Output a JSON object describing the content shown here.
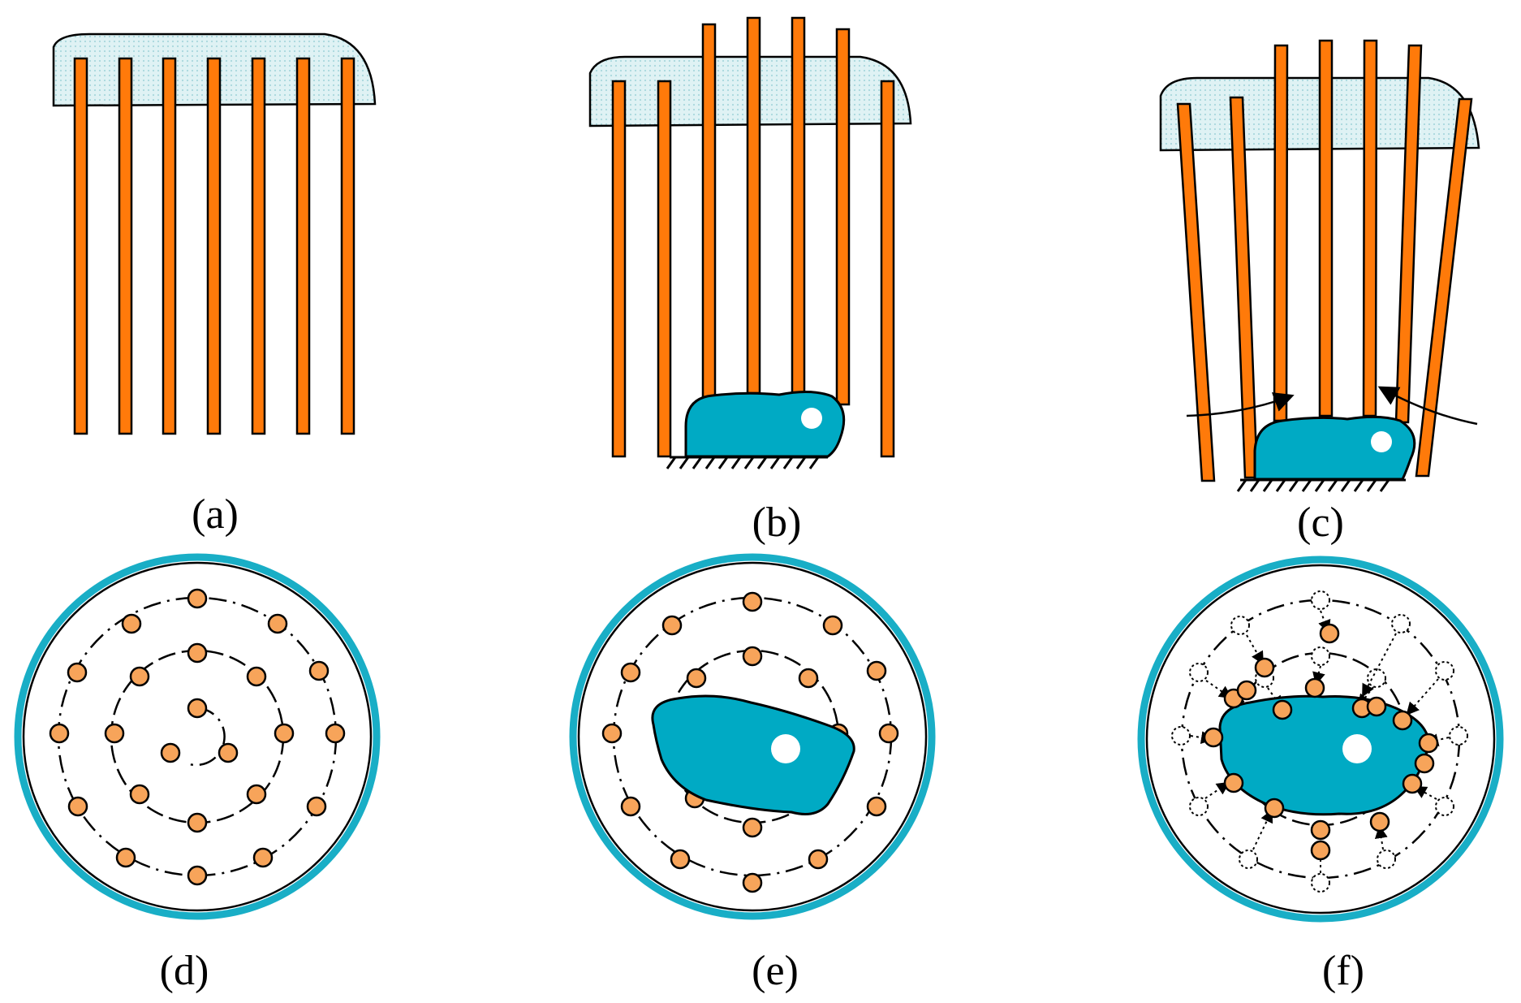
{
  "panels": [
    {
      "id": "a",
      "label": "(a)"
    },
    {
      "id": "b",
      "label": "(b)"
    },
    {
      "id": "c",
      "label": "(c)"
    },
    {
      "id": "d",
      "label": "(d)"
    },
    {
      "id": "e",
      "label": "(e)"
    },
    {
      "id": "f",
      "label": "(f)"
    }
  ],
  "colors": {
    "pin": "#ff7a0a",
    "pin_dot": "#f7a45a",
    "object": "#00aac4",
    "holder": "#d8f0f2",
    "ring": "#19aec6",
    "stroke": "#000000"
  },
  "icons": [
    "pin-array-gripper",
    "object-blob",
    "ground-hatch",
    "push-arrow",
    "pin-top-view-dot"
  ]
}
